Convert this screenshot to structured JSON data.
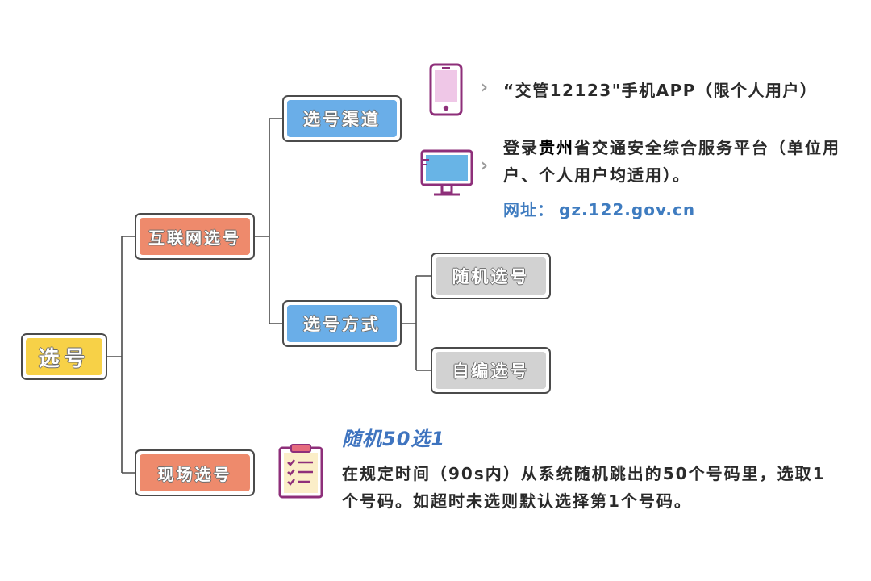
{
  "diagram": {
    "root": "选号",
    "internal": "互联网选号",
    "onsite": "现场选号",
    "channel": "选号渠道",
    "method": "选号方式",
    "random": "随机选号",
    "custom": "自编选号"
  },
  "channel_items": {
    "app": "“交管12123\"手机APP（限个人用户）",
    "platform_pre": "登录",
    "platform_hl": "贵州",
    "platform_post": "省交通安全综合服务平台（单位用户、个人用户均适用）。",
    "url_label": "网址：",
    "url": "gz.122.gov.cn"
  },
  "random_note": {
    "title": "随机50选1",
    "desc": "在规定时间（90s内）从系统随机跳出的50个号码里，选取1个号码。如超时未选则默认选择第1个号码。"
  },
  "icons": [
    "phone-icon",
    "monitor-icon",
    "clipboard-icon"
  ],
  "colors": {
    "root": "#f7d147",
    "level1": "#ee8a6c",
    "level2": "#6aaee8",
    "level3": "#d2d2d2",
    "accent_text": "#3f7cc0",
    "icon_purple": "#8e2f7a"
  }
}
